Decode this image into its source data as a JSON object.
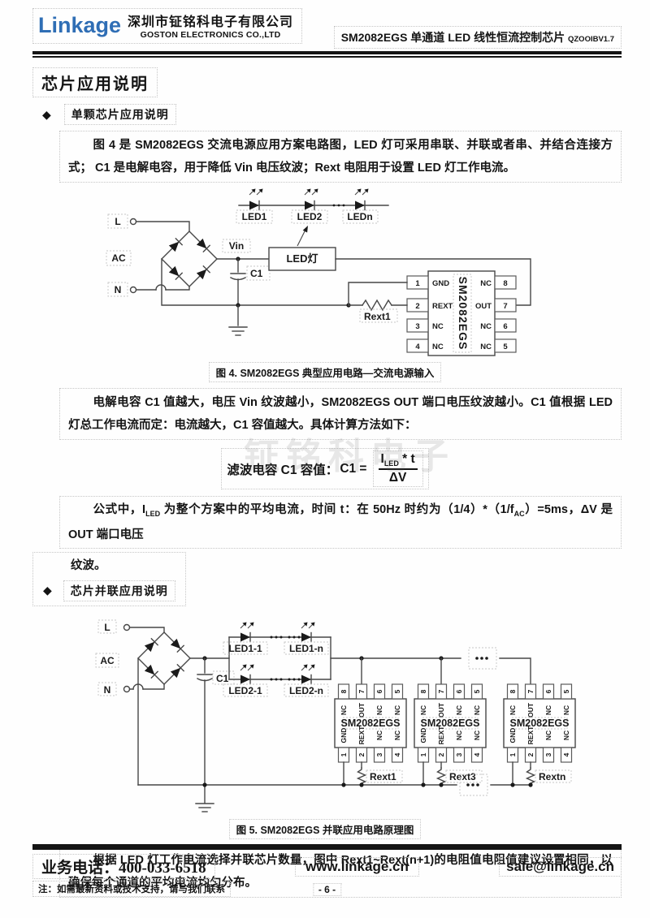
{
  "header": {
    "logo_text": "Linkage",
    "company_cn": "深圳市钲铭科电子有限公司",
    "company_en": "GOSTON ELECTRONICS CO.,LTD",
    "doc_title": "SM2082EGS 单通道 LED 线性恒流控制芯片",
    "doc_version": "QZOOIBV1.7"
  },
  "content": {
    "section_title": "芯片应用说明",
    "bullet_glyph": "◆",
    "bullet_single": "单颗芯片应用说明",
    "para_intro": "图 4 是 SM2082EGS 交流电源应用方案电路图，LED 灯可采用串联、并联或者串、并结合连接方式； C1 是电解电容，用于降低 Vin 电压纹波；Rext 电阻用于设置 LED 灯工作电流。",
    "para_c1": "电解电容 C1 值越大，电压 Vin 纹波越小，SM2082EGS OUT 端口电压纹波越小。C1 值根据 LED 灯总工作电流而定：电流越大，C1 容值越大。具体计算方法如下：",
    "formula": {
      "prefix": "滤波电容 C1 容值：",
      "lhs": "C1 =",
      "num_base": "I",
      "num_sub": "LED",
      "num_rest": " * t",
      "den": "ΔV"
    },
    "formula_note": {
      "seg1": "公式中，I",
      "sub1": "LED",
      "seg2": " 为整个方案中的平均电流，时间 t：在 50Hz 时约为（1/4）*（1/f",
      "sub2": "AC",
      "seg3": "）=5ms，ΔV 是 OUT 端口电压",
      "line2": "纹波。"
    },
    "bullet_parallel": "芯片并联应用说明",
    "para_parallel": "根据 LED 灯工作电流选择并联芯片数量，图中 Rext1~Rext(n+1)的电阻值电阻值建议设置相同，以确保每个通道的平均电流均匀分布。",
    "watermark": "钲铭科电子"
  },
  "fig4": {
    "caption": "图 4. SM2082EGS 典型应用电路—交流电源输入",
    "labels": {
      "line": "L",
      "ac": "AC",
      "neutral": "N",
      "vin": "Vin",
      "c1": "C1",
      "led1": "LED1",
      "led2": "LED2",
      "ledn": "LEDn",
      "led_box": "LED灯",
      "rext1": "Rext1",
      "chip": "SM2082EGS"
    },
    "pins_left": [
      {
        "num": "1",
        "name": "GND"
      },
      {
        "num": "2",
        "name": "REXT"
      },
      {
        "num": "3",
        "name": "NC"
      },
      {
        "num": "4",
        "name": "NC"
      }
    ],
    "pins_right": [
      {
        "num": "8",
        "name": "NC"
      },
      {
        "num": "7",
        "name": "OUT"
      },
      {
        "num": "6",
        "name": "NC"
      },
      {
        "num": "5",
        "name": "NC"
      }
    ]
  },
  "fig5": {
    "caption": "图 5. SM2082EGS 并联应用电路原理图",
    "labels": {
      "line": "L",
      "ac": "AC",
      "neutral": "N",
      "c1": "C1",
      "led_top_first": "LED1-1",
      "led_top_last": "LED1-n",
      "led_bottom_first": "LED2-1",
      "led_bottom_last": "LED2-n",
      "chip": "SM2082EGS",
      "rext": [
        "Rext1",
        "Rext3",
        "Rextn"
      ]
    },
    "pins_top": [
      {
        "num": "8",
        "name": "NC"
      },
      {
        "num": "7",
        "name": "OUT"
      },
      {
        "num": "6",
        "name": "NC"
      },
      {
        "num": "5",
        "name": "NC"
      }
    ],
    "pins_bottom": [
      {
        "num": "1",
        "name": "GND"
      },
      {
        "num": "2",
        "name": "REXT"
      },
      {
        "num": "3",
        "name": "NC"
      },
      {
        "num": "4",
        "name": "NC"
      }
    ]
  },
  "footer": {
    "phone_label": "业务电话：",
    "phone_number": "400-033-6518",
    "website": "www.linkage.cn",
    "email": "sale@linkage.cn",
    "note": "注：如需最新资料或技术支持，请与我们联系",
    "page_number": "- 6 -"
  }
}
